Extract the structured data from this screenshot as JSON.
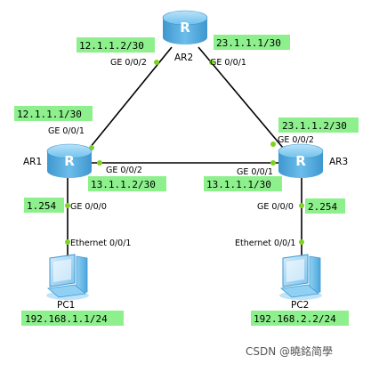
{
  "diagram": {
    "routers": {
      "ar1": {
        "name": "AR1",
        "glyph": "R"
      },
      "ar2": {
        "name": "AR2",
        "glyph": "R"
      },
      "ar3": {
        "name": "AR3",
        "glyph": "R"
      }
    },
    "pcs": {
      "pc1": {
        "name": "PC1",
        "ip": "192.168.1.1/24"
      },
      "pc2": {
        "name": "PC2",
        "ip": "192.168.2.2/24"
      }
    },
    "links": {
      "ar1_ar2": {
        "ar1_port": "GE 0/0/1",
        "ar1_ip": "12.1.1.1/30",
        "ar2_port": "GE 0/0/2",
        "ar2_ip": "12.1.1.2/30"
      },
      "ar2_ar3": {
        "ar2_port": "GE 0/0/1",
        "ar2_ip": "23.1.1.1/30",
        "ar3_port": "GE 0/0/2",
        "ar3_ip": "23.1.1.2/30"
      },
      "ar1_ar3": {
        "ar1_port": "GE 0/0/2",
        "ar1_ip": "13.1.1.2/30",
        "ar3_port": "GE 0/0/1",
        "ar3_ip": "13.1.1.1/30"
      },
      "ar1_pc1": {
        "ar1_port": "GE 0/0/0",
        "ar1_ip": "1.254",
        "pc1_port": "Ethernet 0/0/1"
      },
      "ar3_pc2": {
        "ar3_port": "GE 0/0/0",
        "ar3_ip": "2.254",
        "pc2_port": "Ethernet 0/0/1"
      }
    },
    "watermark": "CSDN @曉銘简學",
    "colors": {
      "label_bg": "#8df08d",
      "port_dot": "#7ed321",
      "router_body": "#5fb6e8",
      "link": "#000000"
    },
    "icons": {
      "router": "router-icon",
      "pc": "pc-icon"
    }
  }
}
